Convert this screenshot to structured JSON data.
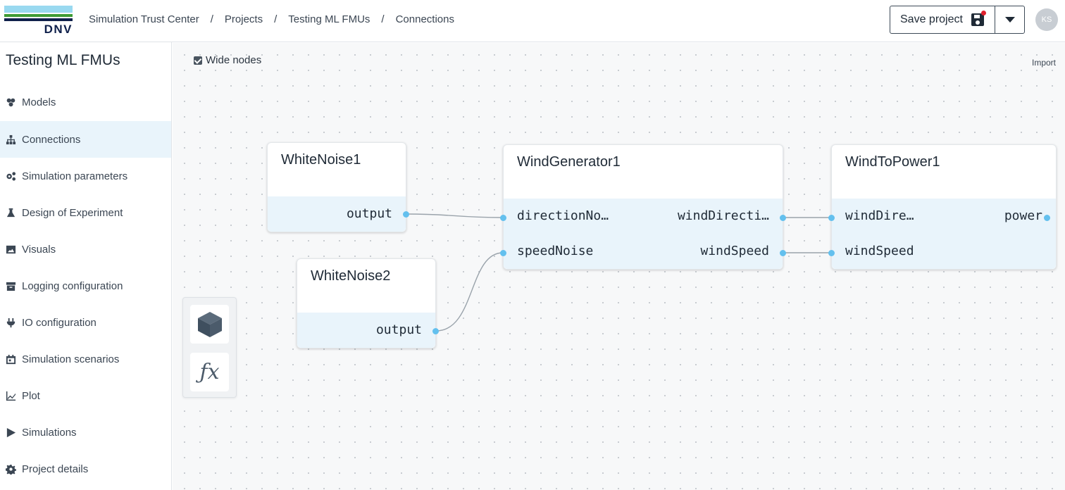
{
  "header": {
    "logo_text": "DNV",
    "breadcrumb": [
      "Simulation Trust Center",
      "Projects",
      "Testing ML FMUs",
      "Connections"
    ],
    "breadcrumb_separator": "/",
    "save_label": "Save project",
    "avatar_initials": "KS"
  },
  "sidebar": {
    "project_title": "Testing ML FMUs",
    "items": [
      {
        "label": "Models",
        "icon": "models-icon"
      },
      {
        "label": "Connections",
        "icon": "sitemap-icon",
        "active": true
      },
      {
        "label": "Simulation parameters",
        "icon": "gears-icon"
      },
      {
        "label": "Design of Experiment",
        "icon": "flask-icon"
      },
      {
        "label": "Visuals",
        "icon": "image-icon"
      },
      {
        "label": "Logging configuration",
        "icon": "archive-icon"
      },
      {
        "label": "IO configuration",
        "icon": "plug-icon"
      },
      {
        "label": "Simulation scenarios",
        "icon": "calendar-icon"
      },
      {
        "label": "Plot",
        "icon": "line-chart-icon"
      },
      {
        "label": "Simulations",
        "icon": "play-icon"
      },
      {
        "label": "Project details",
        "icon": "gear-icon"
      }
    ]
  },
  "canvas": {
    "wide_nodes_label": "Wide nodes",
    "wide_nodes_checked": true,
    "import_label": "Import",
    "toolbox": [
      "fmu-cube-icon",
      "function-fx-icon"
    ],
    "nodes": {
      "whitenoise1": {
        "title": "WhiteNoise1",
        "outputs": [
          "output"
        ]
      },
      "whitenoise2": {
        "title": "WhiteNoise2",
        "outputs": [
          "output"
        ]
      },
      "windgenerator1": {
        "title": "WindGenerator1",
        "inputs": [
          "directionNo…",
          "speedNoise"
        ],
        "outputs": [
          "windDirecti…",
          "windSpeed"
        ]
      },
      "windtopower1": {
        "title": "WindToPower1",
        "inputs": [
          "windDire…",
          "windSpeed"
        ],
        "outputs": [
          "power"
        ]
      }
    }
  },
  "colors": {
    "accent": "#63c0ee",
    "active_bg": "#e9f4fb",
    "wire": "#9aa3ab",
    "brand_navy": "#0f204b",
    "brand_sky": "#99d9f0",
    "brand_green": "#3f9c35"
  }
}
